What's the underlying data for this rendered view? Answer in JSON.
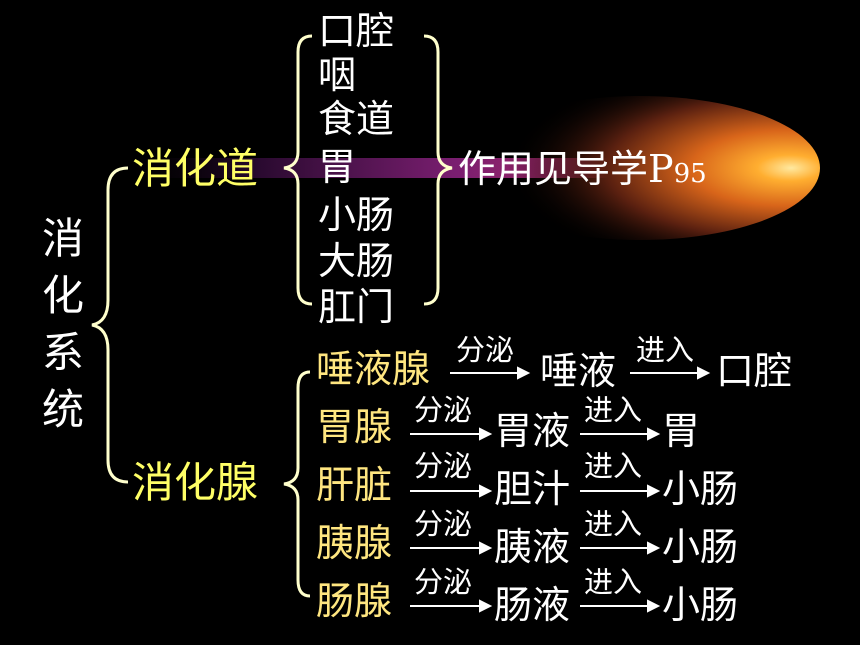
{
  "root": {
    "title_chars": [
      "消",
      "化",
      "系",
      "统"
    ]
  },
  "tract": {
    "label": "消化道",
    "organs": [
      "口腔",
      "咽",
      "食道",
      "胃",
      "小肠",
      "大肠",
      "肛门"
    ],
    "function_text": "作用见导学P",
    "function_page": "95"
  },
  "glands": {
    "label": "消化腺",
    "rows": [
      {
        "gland": "唾液腺",
        "verb1": "分泌",
        "secretion": "唾液",
        "verb2": "进入",
        "target": "口腔"
      },
      {
        "gland": "胃腺",
        "verb1": "分泌",
        "secretion": "胃液",
        "verb2": "进入",
        "target": "胃"
      },
      {
        "gland": "肝脏",
        "verb1": "分泌",
        "secretion": "胆汁",
        "verb2": "进入",
        "target": "小肠"
      },
      {
        "gland": "胰腺",
        "verb1": "分泌",
        "secretion": "胰液",
        "verb2": "进入",
        "target": "小肠"
      },
      {
        "gland": "肠腺",
        "verb1": "分泌",
        "secretion": "肠液",
        "verb2": "进入",
        "target": "小肠"
      }
    ]
  },
  "colors": {
    "background": "#000000",
    "primary_text": "#ffffff",
    "accent_yellow": "#ffff66",
    "gland_text": "#ffe680",
    "bracket_color": "#ffffcc"
  }
}
